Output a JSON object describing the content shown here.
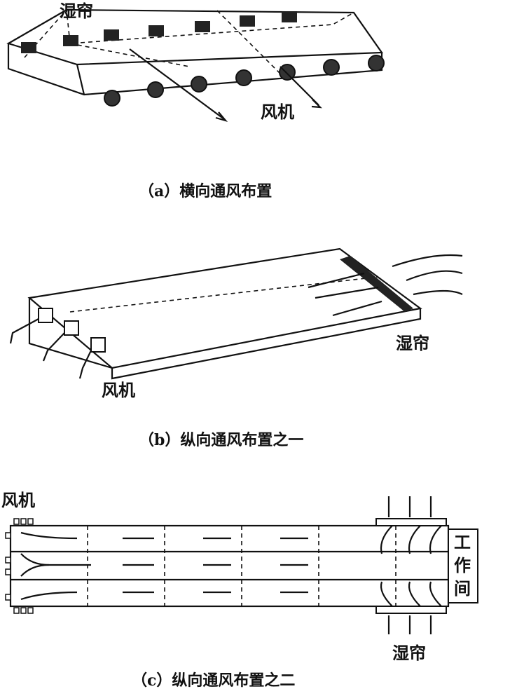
{
  "panel_a": {
    "label_pad": "湿帘",
    "label_fan": "风机",
    "caption": "（a）横向通风布置"
  },
  "panel_b": {
    "label_pad": "湿帘",
    "label_fan": "风机",
    "caption": "（b）纵向通风布置之一"
  },
  "panel_c": {
    "label_fan": "风机",
    "label_pad": "湿帘",
    "label_workroom": [
      "工",
      "作",
      "间"
    ],
    "caption": "（c）纵向通风布置之二"
  }
}
